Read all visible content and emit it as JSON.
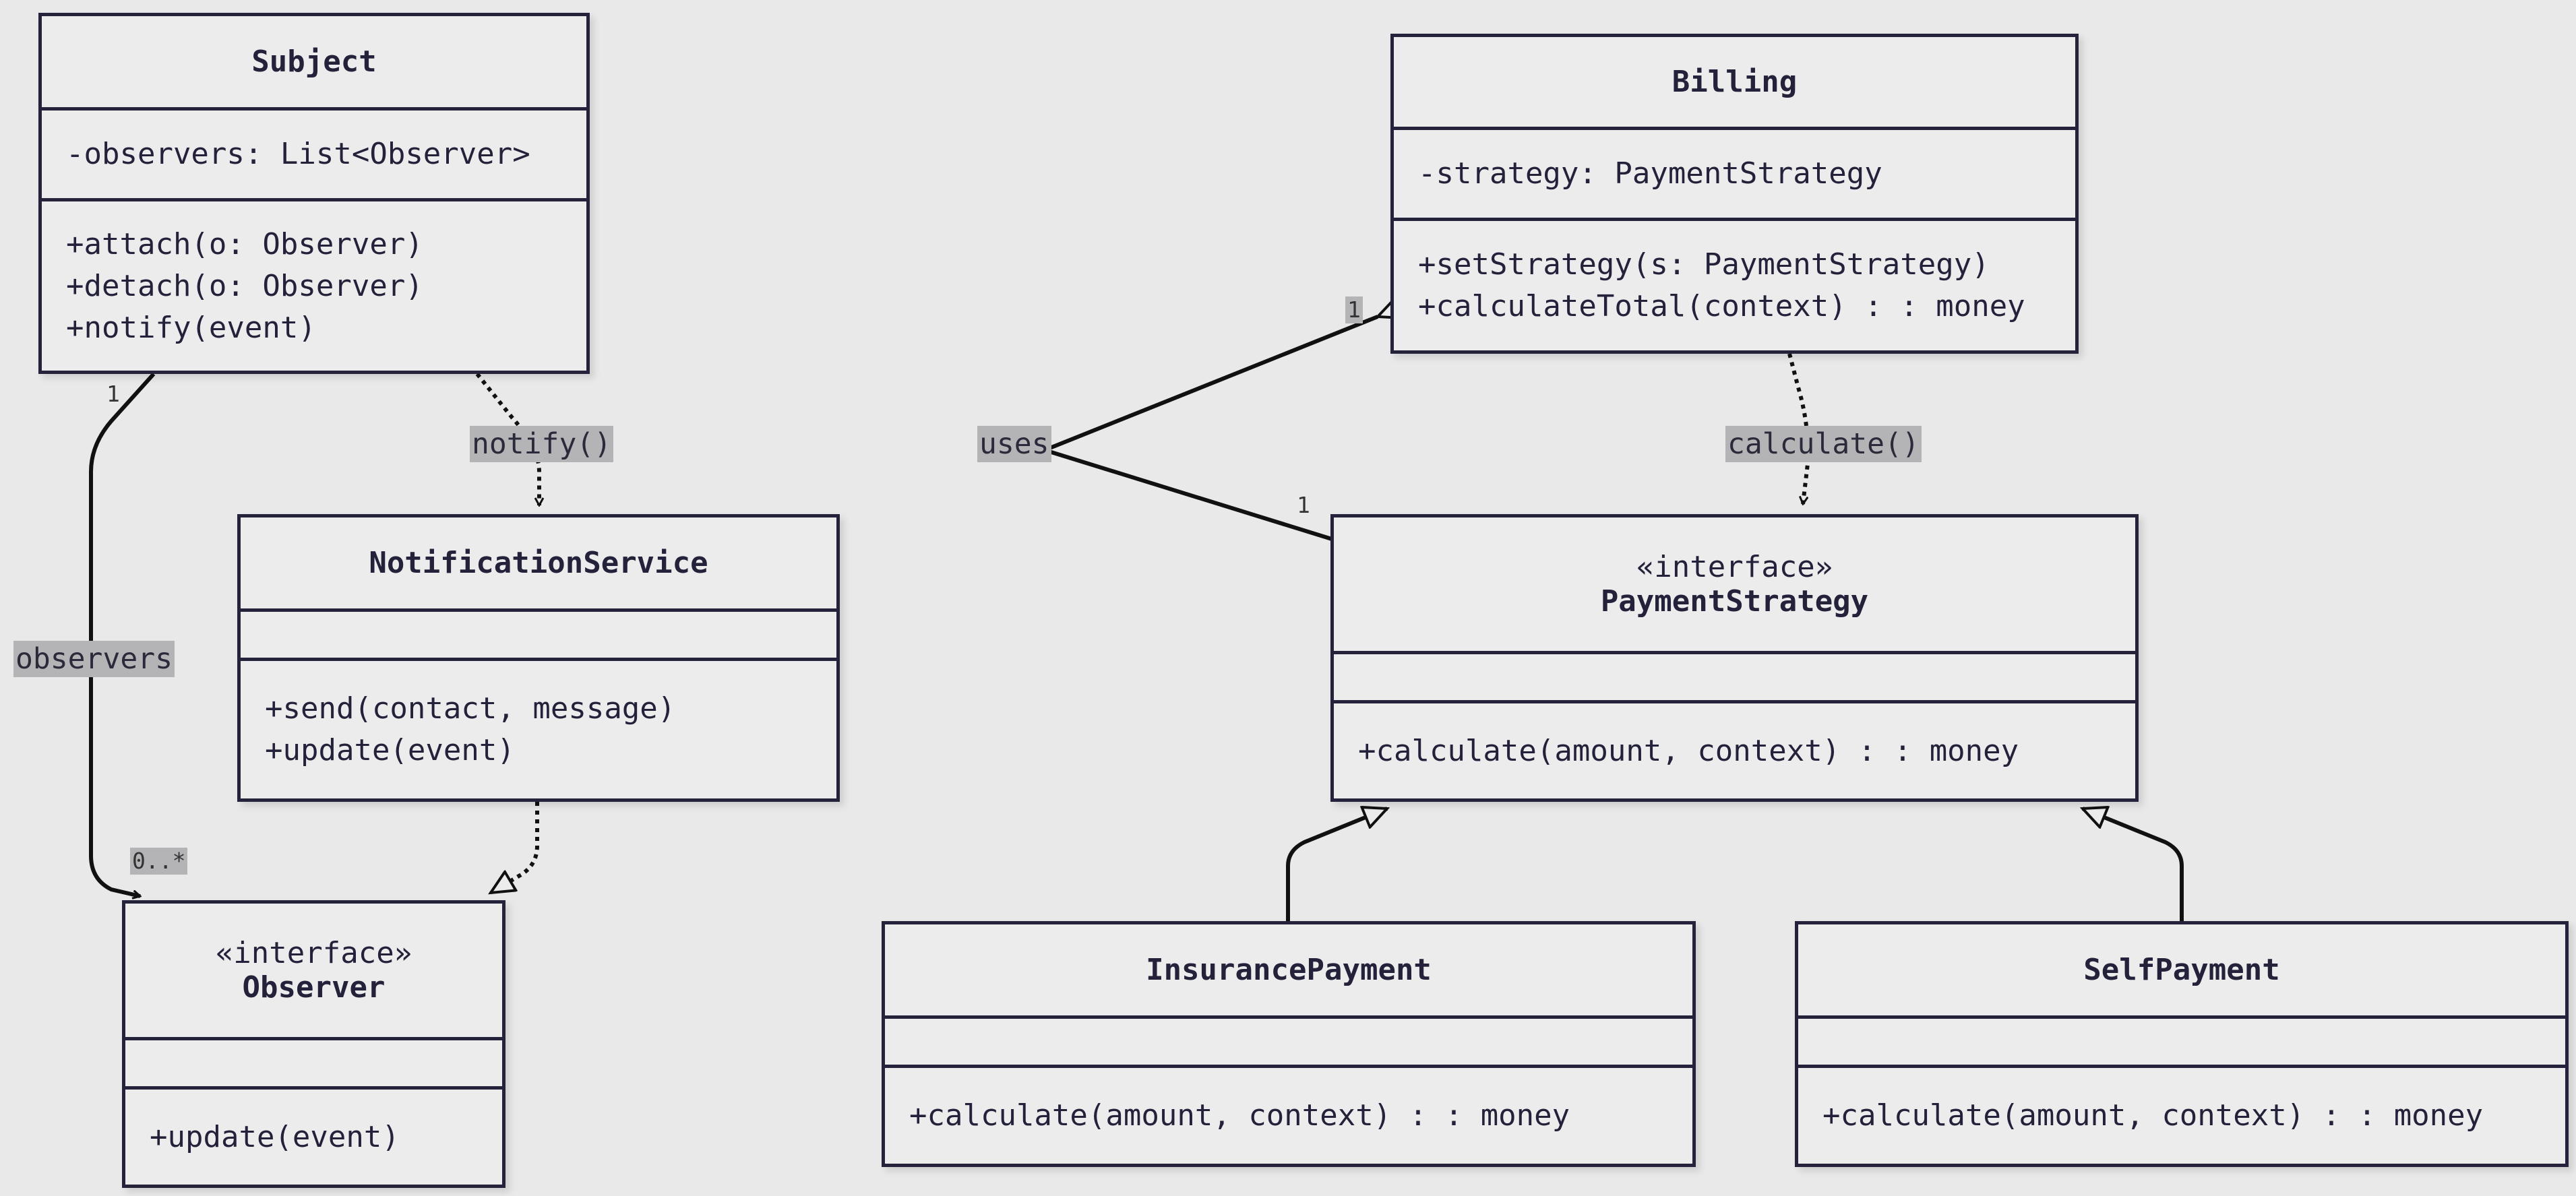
{
  "classes": {
    "subject": {
      "name": "Subject",
      "attributes": [
        "-observers: List<Observer>"
      ],
      "methods": [
        "+attach(o: Observer)",
        "+detach(o: Observer)",
        "+notify(event)"
      ]
    },
    "notification_service": {
      "name": "NotificationService",
      "methods": [
        "+send(contact, message)",
        "+update(event)"
      ]
    },
    "observer": {
      "stereotype": "«interface»",
      "name": "Observer",
      "methods": [
        "+update(event)"
      ]
    },
    "billing": {
      "name": "Billing",
      "attributes": [
        "-strategy: PaymentStrategy"
      ],
      "methods": [
        "+setStrategy(s: PaymentStrategy)",
        "+calculateTotal(context) : : money"
      ]
    },
    "payment_strategy": {
      "stereotype": "«interface»",
      "name": "PaymentStrategy",
      "methods": [
        "+calculate(amount, context) : : money"
      ]
    },
    "insurance_payment": {
      "name": "InsurancePayment",
      "methods": [
        "+calculate(amount, context) : : money"
      ]
    },
    "self_payment": {
      "name": "SelfPayment",
      "methods": [
        "+calculate(amount, context) : : money"
      ]
    }
  },
  "relations": {
    "subject_observer": {
      "label": "observers",
      "mult_source": "1",
      "mult_target": "0..*"
    },
    "subject_notification": {
      "label": "notify()"
    },
    "billing_strategy": {
      "label": "uses",
      "mult_source": "1",
      "mult_target": "1"
    },
    "billing_calculate": {
      "label": "calculate()"
    }
  },
  "colors": {
    "background": "#e9e9ea",
    "stroke": "#24233b",
    "label_bg": "#b4b4b6",
    "box_fill": "#ececed"
  }
}
